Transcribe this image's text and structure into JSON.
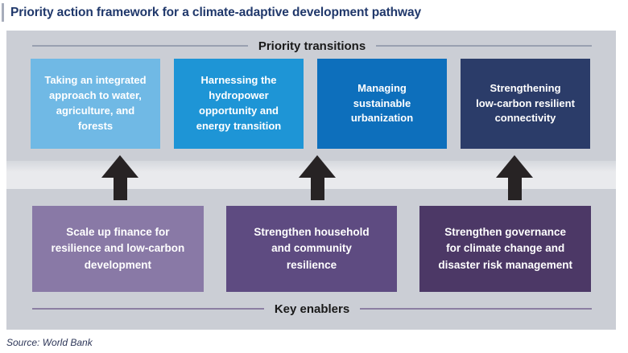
{
  "page": {
    "title": "Priority action framework for a climate-adaptive development pathway",
    "source": "Source: World Bank"
  },
  "colors": {
    "title_text": "#20386b",
    "panel_bg": "#cbced5",
    "gap_bg": "#e9eaed",
    "arrow": "#272324",
    "transitions_line": "#99a0b0",
    "enablers_line": "#8b7ea2",
    "box_blue_1": "#70b9e5",
    "box_blue_2": "#1e95d6",
    "box_blue_3": "#0d6fbc",
    "box_blue_4": "#2b3c69",
    "box_purple_1": "#8979a6",
    "box_purple_2": "#5e4b81",
    "box_purple_3": "#4c3866"
  },
  "transitions": {
    "label": "Priority transitions",
    "boxes": [
      {
        "label": "Taking an integrated\napproach to water,\nagriculture, and\nforests"
      },
      {
        "label": "Harnessing the\nhydropower\nopportunity and\nenergy transition"
      },
      {
        "label": "Managing\nsustainable\nurbanization"
      },
      {
        "label": "Strengthening\nlow-carbon resilient\nconnectivity"
      }
    ]
  },
  "enablers": {
    "label": "Key enablers",
    "boxes": [
      {
        "label": "Scale up finance for\nresilience and low-carbon\ndevelopment"
      },
      {
        "label": "Strengthen household\nand community\nresilience"
      },
      {
        "label": "Strengthen governance\nfor climate change and\ndisaster risk management"
      }
    ]
  },
  "arrows": {
    "count": 3,
    "direction": "up"
  }
}
